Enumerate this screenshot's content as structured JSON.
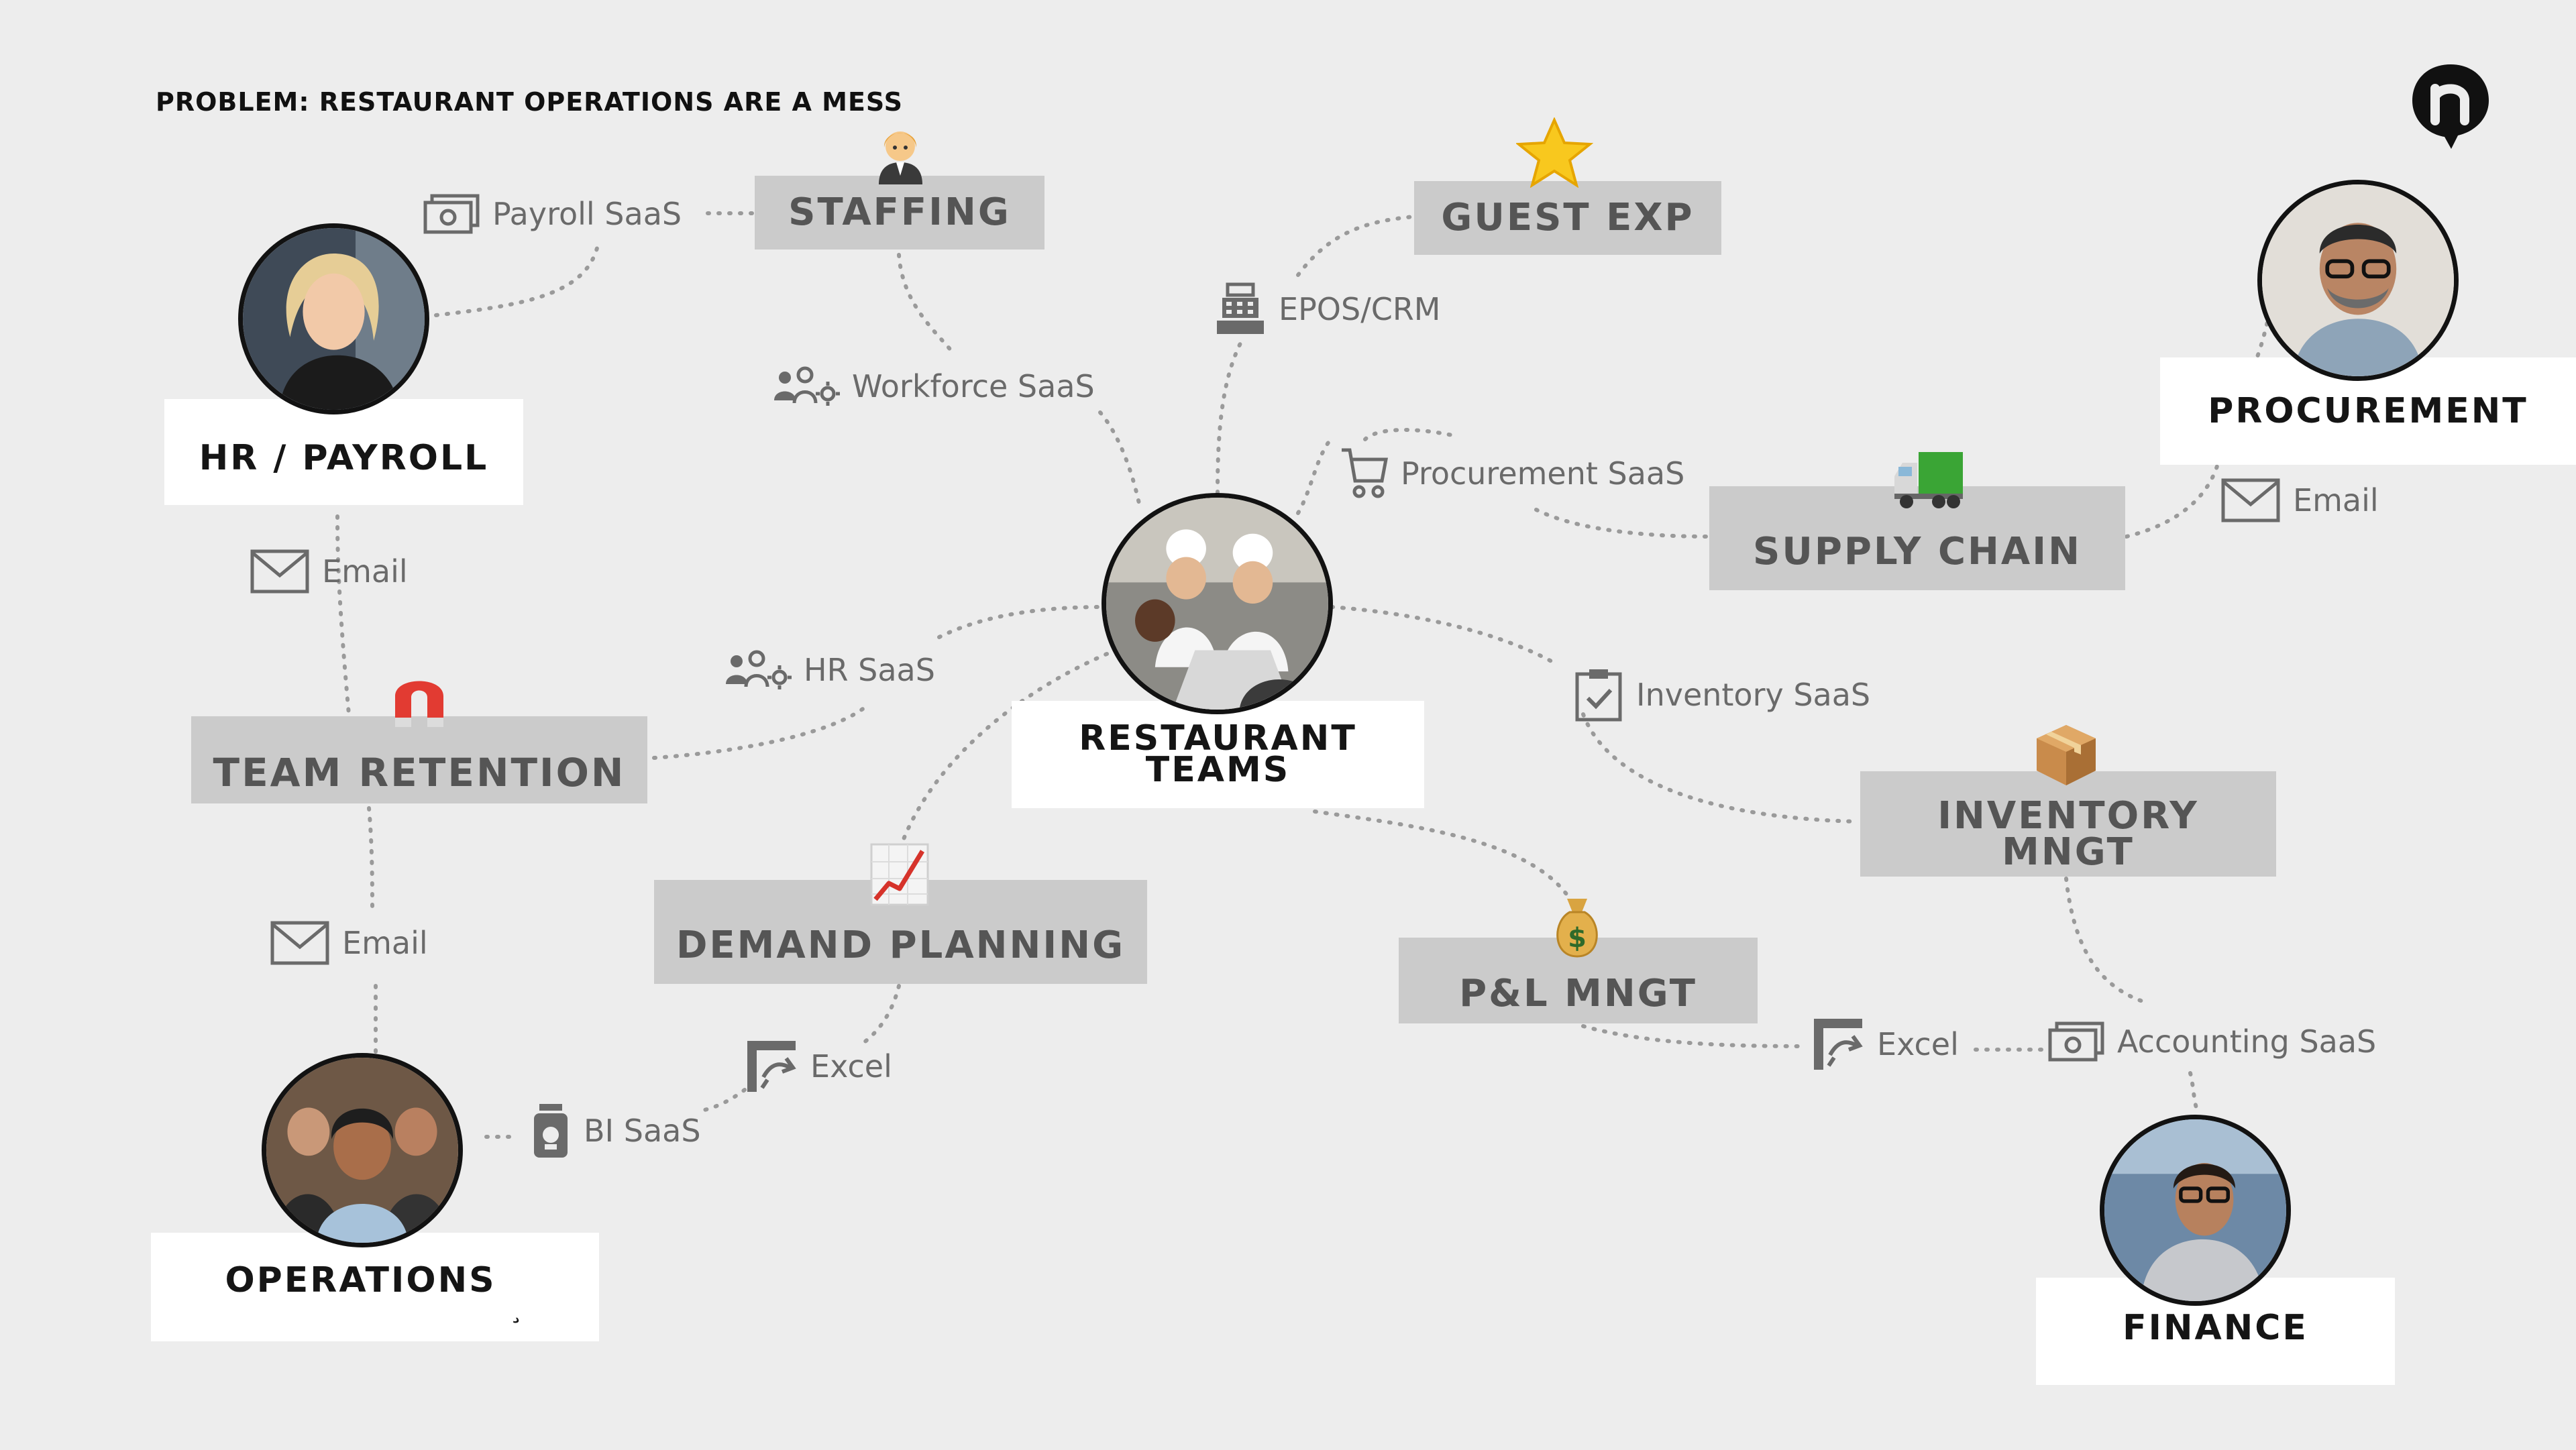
{
  "title": "PROBLEM: RESTAURANT OPERATIONS ARE A MESS",
  "categories": {
    "staffing": "STAFFING",
    "guest_exp": "GUEST EXP",
    "supply_chain": "SUPPLY CHAIN",
    "team_retention": "TEAM RETENTION",
    "demand_planning": "DEMAND PLANNING",
    "pl_mngt": "P&L MNGT",
    "inventory_line1": "INVENTORY",
    "inventory_line2": "MNGT"
  },
  "roles": {
    "hr_payroll": "HR / PAYROLL",
    "procurement": "PROCUREMENT",
    "restaurant_line1": "RESTAURANT",
    "restaurant_line2": "TEAMS",
    "operations": "OPERATIONS",
    "operations_mark": "¸",
    "finance": "FINANCE"
  },
  "tools": {
    "payroll_saas": "Payroll SaaS",
    "workforce_saas": "Workforce SaaS",
    "epos_crm": "EPOS/CRM",
    "procurement_saas": "Procurement SaaS",
    "email_procurement": "Email",
    "email_hr": "Email",
    "hr_saas": "HR SaaS",
    "inventory_saas": "Inventory SaaS",
    "email_ops": "Email",
    "excel_demand": "Excel",
    "bi_saas": "BI SaaS",
    "excel_pl": "Excel",
    "accounting_saas": "Accounting SaaS"
  },
  "icons": [
    "money-icon",
    "people-gear-icon",
    "cash-register-icon",
    "cart-icon",
    "envelope-icon",
    "clipboard-icon",
    "spreadsheet-icon",
    "jar-icon",
    "person-emoji-icon",
    "star-icon",
    "truck-icon",
    "magnet-icon",
    "chart-up-icon",
    "money-bag-icon",
    "package-icon",
    "logo-icon"
  ],
  "colors": {
    "background": "#ededed",
    "category_box": "#cbcbcb",
    "category_text": "#555555",
    "role_box": "#ffffff",
    "role_text": "#151515",
    "tool_text": "#6a6a6a",
    "connector": "#9a9a9a"
  }
}
